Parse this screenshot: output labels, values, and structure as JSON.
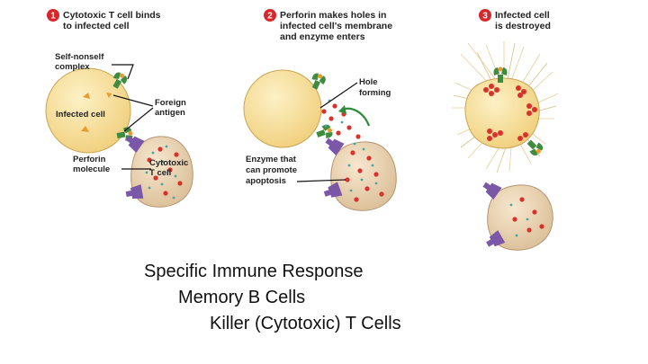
{
  "steps": [
    {
      "number": "1",
      "title_lines": [
        "Cytotoxic T cell binds",
        "to infected cell"
      ]
    },
    {
      "number": "2",
      "title_lines": [
        "Perforin makes holes in",
        "infected cell's membrane",
        "and enzyme enters"
      ]
    },
    {
      "number": "3",
      "title_lines": [
        "Infected cell",
        "is destroyed"
      ]
    }
  ],
  "labels": {
    "self_nonself_complex": [
      "Self-nonself",
      "complex"
    ],
    "infected_cell": "Infected cell",
    "foreign_antigen": [
      "Foreign",
      "antigen"
    ],
    "perforin_molecule": [
      "Perforin",
      "molecule"
    ],
    "cytotoxic_t_cell": [
      "Cytotoxic",
      "T cell"
    ],
    "hole_forming": [
      "Hole",
      "forming"
    ],
    "enzyme_apoptosis": [
      "Enzyme that",
      "can promote",
      "apoptosis"
    ]
  },
  "caption": {
    "lines": [
      "Specific Immune Response",
      "Memory B Cells",
      "Killer (Cytotoxic) T Cells"
    ]
  },
  "colors": {
    "infected_cell": "#f7dc92",
    "infected_cell_edge": "#c9a552",
    "t_cell": "#ead3b0",
    "t_cell_edge": "#b59370",
    "receptor_purple": "#7b57a8",
    "mhc_green": "#3f8c3f",
    "enzyme_red": "#d9322b",
    "perforin_teal": "#49a6a0",
    "step_badge": "#d8272a",
    "antigen_orange": "#e99a2e"
  }
}
